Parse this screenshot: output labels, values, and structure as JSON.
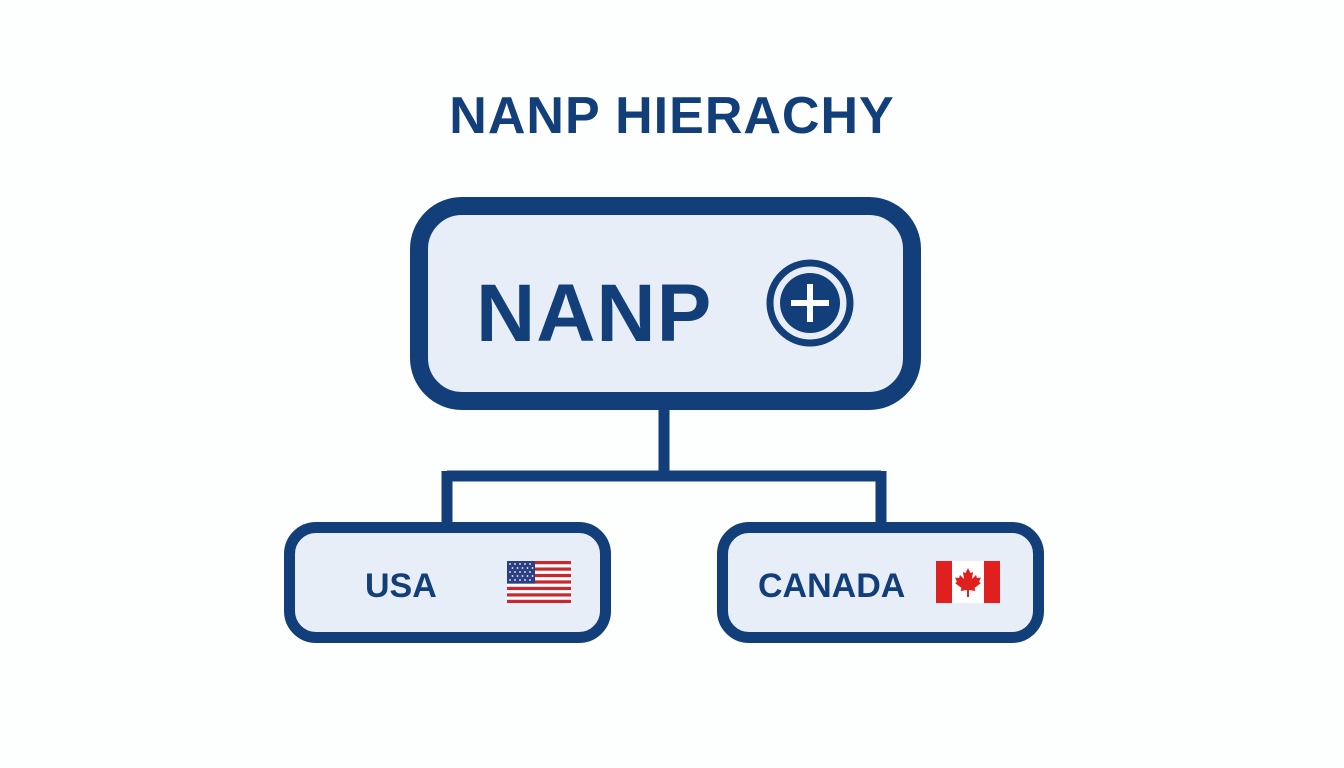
{
  "title": "NANP HIERACHY",
  "colors": {
    "primary": "#123f7a",
    "node_fill": "#e8eef7",
    "background": "#fdfefe"
  },
  "root": {
    "label": "NANP",
    "icon": "plus-circle-icon"
  },
  "children": [
    {
      "label": "USA",
      "icon": "usa-flag-icon"
    },
    {
      "label": "CANADA",
      "icon": "canada-flag-icon"
    }
  ]
}
